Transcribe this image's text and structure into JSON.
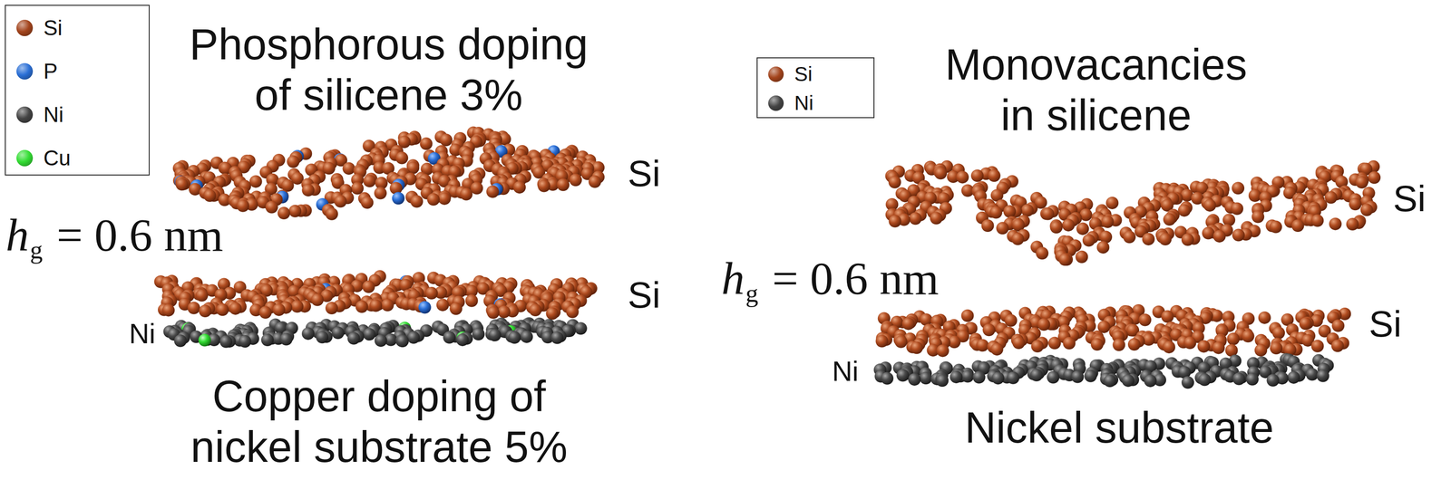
{
  "diagram": {
    "labels": [
      "Phosphorous doping of silicene 3%",
      "Si",
      "h",
      "g",
      "= 0.6 nm",
      "Si",
      "Ni",
      "Copper doping of nickel substrate 5%",
      "Monovacancies in silicene",
      "Si",
      "h",
      "g",
      "= 0.6 nm",
      "Si",
      "Ni",
      "Nickel substrate"
    ],
    "legend": [
      {
        "text": "Si",
        "color": "#a3441c"
      },
      {
        "text": "P",
        "color": "#2a6fd6"
      },
      {
        "text": "Ni",
        "color": "#444444"
      },
      {
        "text": "Cu",
        "color": "#33dd33"
      },
      {
        "text": "Si",
        "color": "#a3441c"
      },
      {
        "text": "Ni",
        "color": "#444444"
      }
    ]
  }
}
